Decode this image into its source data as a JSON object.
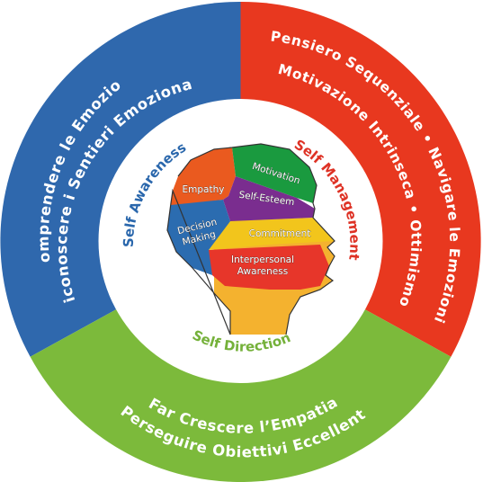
{
  "colors": {
    "blue": "#2f68ad",
    "red": "#e8381f",
    "green": "#7cba3b",
    "inner_blue": "#2a67ac",
    "inner_red": "#de3225",
    "inner_green": "#75b13a",
    "empathy": "#ea5a1f",
    "motivation": "#1a9a3f",
    "self_esteem": "#7a2d8f",
    "decision_making": "#2b6cb0",
    "commitment": "#f2c51c",
    "interpersonal": "#e7362a",
    "head_bottom": "#f4b22f"
  },
  "outer": {
    "blue_line1": "Comprendere le Emozioni",
    "blue_line2": "Riconoscere i Sentieri Emozionali",
    "red_line1": "Pensiero Sequenziale • Navigare le Emozioni",
    "red_line2": "Motivazione Intrinseca • Ottimismo",
    "green_line1": "Far Crescere l’Empatia",
    "green_line2": "Perseguire Obiettivi Eccellenti"
  },
  "inner": {
    "self_awareness": "Self Awareness",
    "self_management": "Self Management",
    "self_direction": "Self Direction"
  },
  "head": {
    "empathy": "Empathy",
    "motivation": "Motivation",
    "self_esteem": "Self-Esteem",
    "decision_line1": "Decision",
    "decision_line2": "Making",
    "commitment": "Commitment",
    "interpersonal_line1": "Interpersonal",
    "interpersonal_line2": "Awareness"
  }
}
